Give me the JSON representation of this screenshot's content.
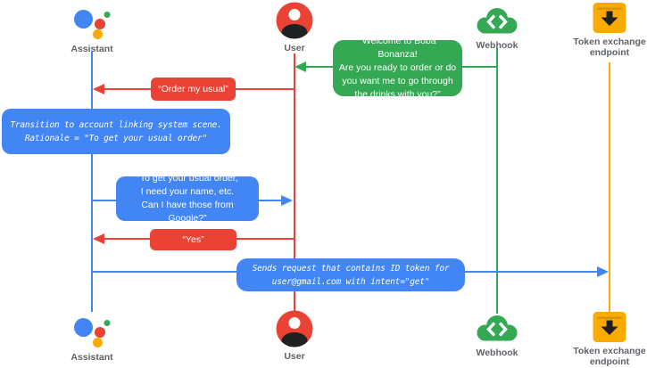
{
  "palette": {
    "blue": "#4285F4",
    "red": "#EA4335",
    "green": "#34A853",
    "yellow": "#F9AB00",
    "label_gray": "#5F6368"
  },
  "actors": {
    "assistant": {
      "label": "Assistant"
    },
    "user": {
      "label": "User"
    },
    "webhook": {
      "label": "Webhook"
    },
    "token_endpoint": {
      "label": "Token exchange\nendpoint"
    }
  },
  "messages": {
    "welcome": {
      "from": "Webhook",
      "to": "User",
      "text": "“Welcome to Boba Bonanza!\nAre you ready to order or do\nyou want me to go through\nthe drinks with you?”"
    },
    "order_usual": {
      "from": "User",
      "to": "Assistant",
      "text": "“Order my usual”"
    },
    "transition_note": {
      "actor": "Assistant",
      "text": "Transition to account linking system scene.\nRationale = \"To get your usual order\""
    },
    "ask_details": {
      "from": "Assistant",
      "to": "User",
      "text": "“To get your usual order,\nI need your name, etc.\nCan I have those from Google?”"
    },
    "yes": {
      "from": "User",
      "to": "Assistant",
      "text": "“Yes”"
    },
    "send_request": {
      "from": "Assistant",
      "to": "Token exchange endpoint",
      "text": "Sends request that contains ID token for\nuser@gmail.com with intent=\"get\""
    }
  }
}
